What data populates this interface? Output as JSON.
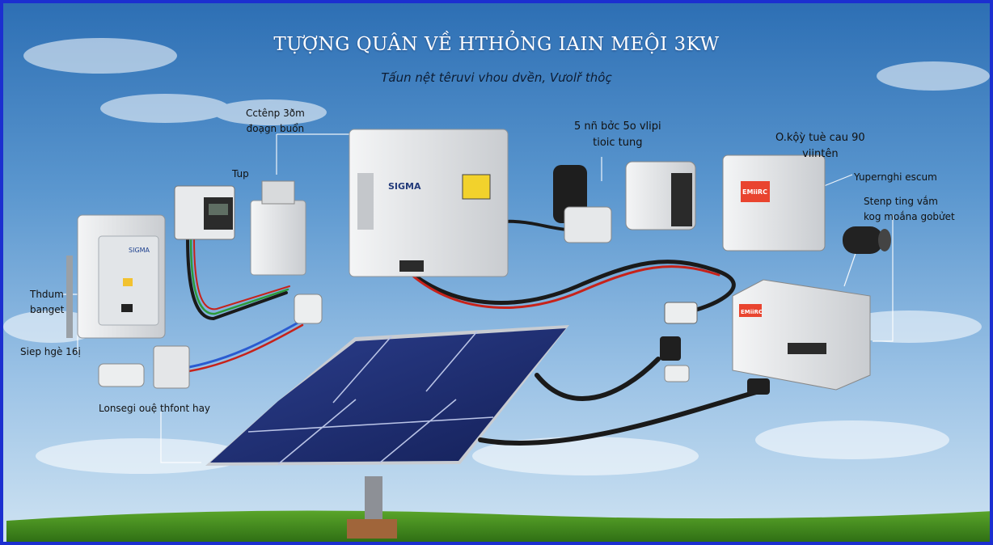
{
  "title": "TỰỢNG QUÂN VỀ HTHỎNG IAIN MEỘI 3KW",
  "subtitle": "Tấun nệt têruvi vhou dvền, Vưolř thôç",
  "labels": {
    "top_left_1": "Cctênp 3ðm",
    "top_left_2": "đoạgn buổn",
    "tup": "Tup",
    "center_1": "5 nñ bởc 5o vlipi",
    "center_2": "tioic tung",
    "right_1": "O.kộỳ tuè cau 90",
    "right_2": "viintên",
    "yupernghi": "Yupernghi escum",
    "stenp_1": "Stenp ting vắm",
    "stenp_2": "kog moắna gobửet",
    "thdum_1": "Thdum",
    "thdum_2": "banget",
    "siep": "Siep hgè 16ị",
    "lonsegi": "Lonsegi ouệ thfont hay"
  },
  "device_marks": {
    "inverter_brand": "SIGMA",
    "panel_brand": "SIGMA",
    "battery_brand": "EMiiRC",
    "breaker_brand": "EMiiRC"
  },
  "colors": {
    "sky_top": "#2d6fb4",
    "sky_bottom": "#cfe3f2",
    "grass": "#3d8a1c",
    "frame": "#1c2fd0",
    "cable": "#1a1a1a",
    "red_wire": "#c7221a",
    "green_wire": "#2c9a3a",
    "blue_wire": "#2a5bd1",
    "panel_cell": "#1e2f78"
  }
}
